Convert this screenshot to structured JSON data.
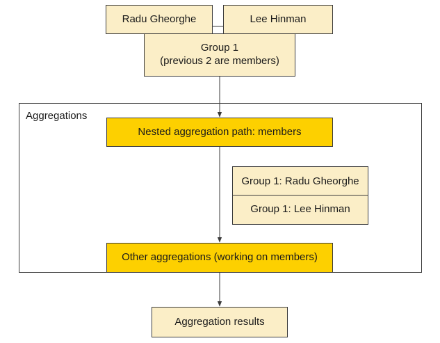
{
  "documents": {
    "doc1": "Radu Gheorghe",
    "doc2": "Lee Hinman",
    "group_title": "Group 1",
    "group_note": "(previous 2 are members)"
  },
  "aggregations": {
    "frame_label": "Aggregations",
    "nested_path": "Nested aggregation path: members",
    "member_docs": [
      "Group 1: Radu Gheorghe",
      "Group 1: Lee Hinman"
    ],
    "other_aggs": "Other aggregations (working on members)"
  },
  "result": "Aggregation results",
  "colors": {
    "cream": "#fbeec7",
    "gold": "#fdd000",
    "stroke": "#3a3a3a"
  }
}
